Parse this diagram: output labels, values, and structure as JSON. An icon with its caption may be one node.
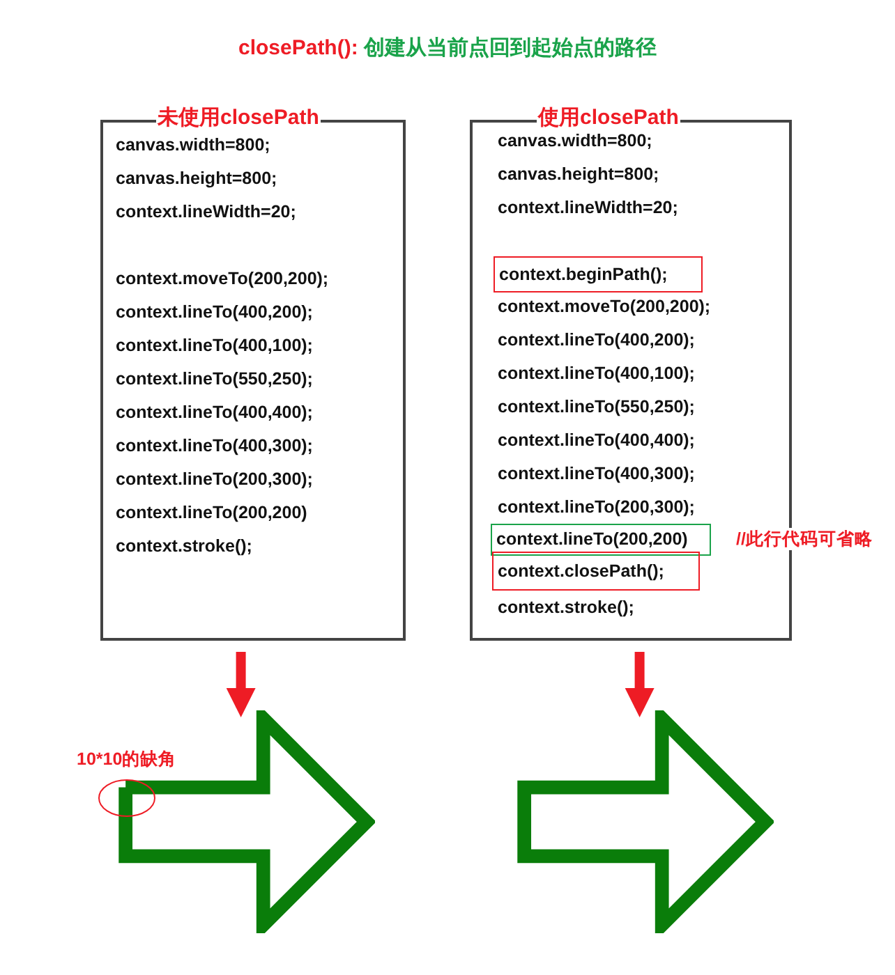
{
  "diagram": {
    "title": "closePath(): 创建从当前点回到起始点的路径",
    "nodes": [
      {
        "text": [
          "未使用closePath",
          "canvas.width=800;",
          "canvas.height=800;",
          "context.lineWidth=20;",
          "context.moveTo(200,200);",
          "context.lineTo(400,200);",
          "context.lineTo(400,100);",
          "context.lineTo(550,250);",
          "context.lineTo(400,400);",
          "context.lineTo(400,300);",
          "context.lineTo(200,300);",
          "context.lineTo(200,200)",
          "context.stroke();"
        ]
      },
      {
        "text": [
          "使用closePath",
          "canvas.width=800;",
          "canvas.height=800;",
          "context.lineWidth=20;",
          "context.moveTo(200,200);",
          "context.lineTo(400,200);",
          "context.lineTo(400,100);",
          "context.lineTo(550,250);",
          "context.lineTo(400,400);",
          "context.lineTo(400,300);",
          "context.lineTo(200,300);",
          "context.stroke();"
        ]
      },
      {
        "text": [
          "context.beginPath();"
        ],
        "in": 1
      },
      {
        "text": [
          "context.lineTo(200,200)"
        ],
        "in": 1,
        "beside": [
          "//此行代码可省略"
        ]
      },
      {
        "text": [
          "context.closePath();"
        ],
        "in": 1
      },
      {
        "text": [],
        "shape": "picture"
      },
      {
        "text": [],
        "shape": "picture"
      }
    ],
    "edges": [
      {
        "from": 0,
        "to": 5,
        "arrow": "to"
      },
      {
        "from": 1,
        "to": 6,
        "arrow": "to"
      }
    ],
    "labels": [
      "10*10的缺角"
    ]
  }
}
